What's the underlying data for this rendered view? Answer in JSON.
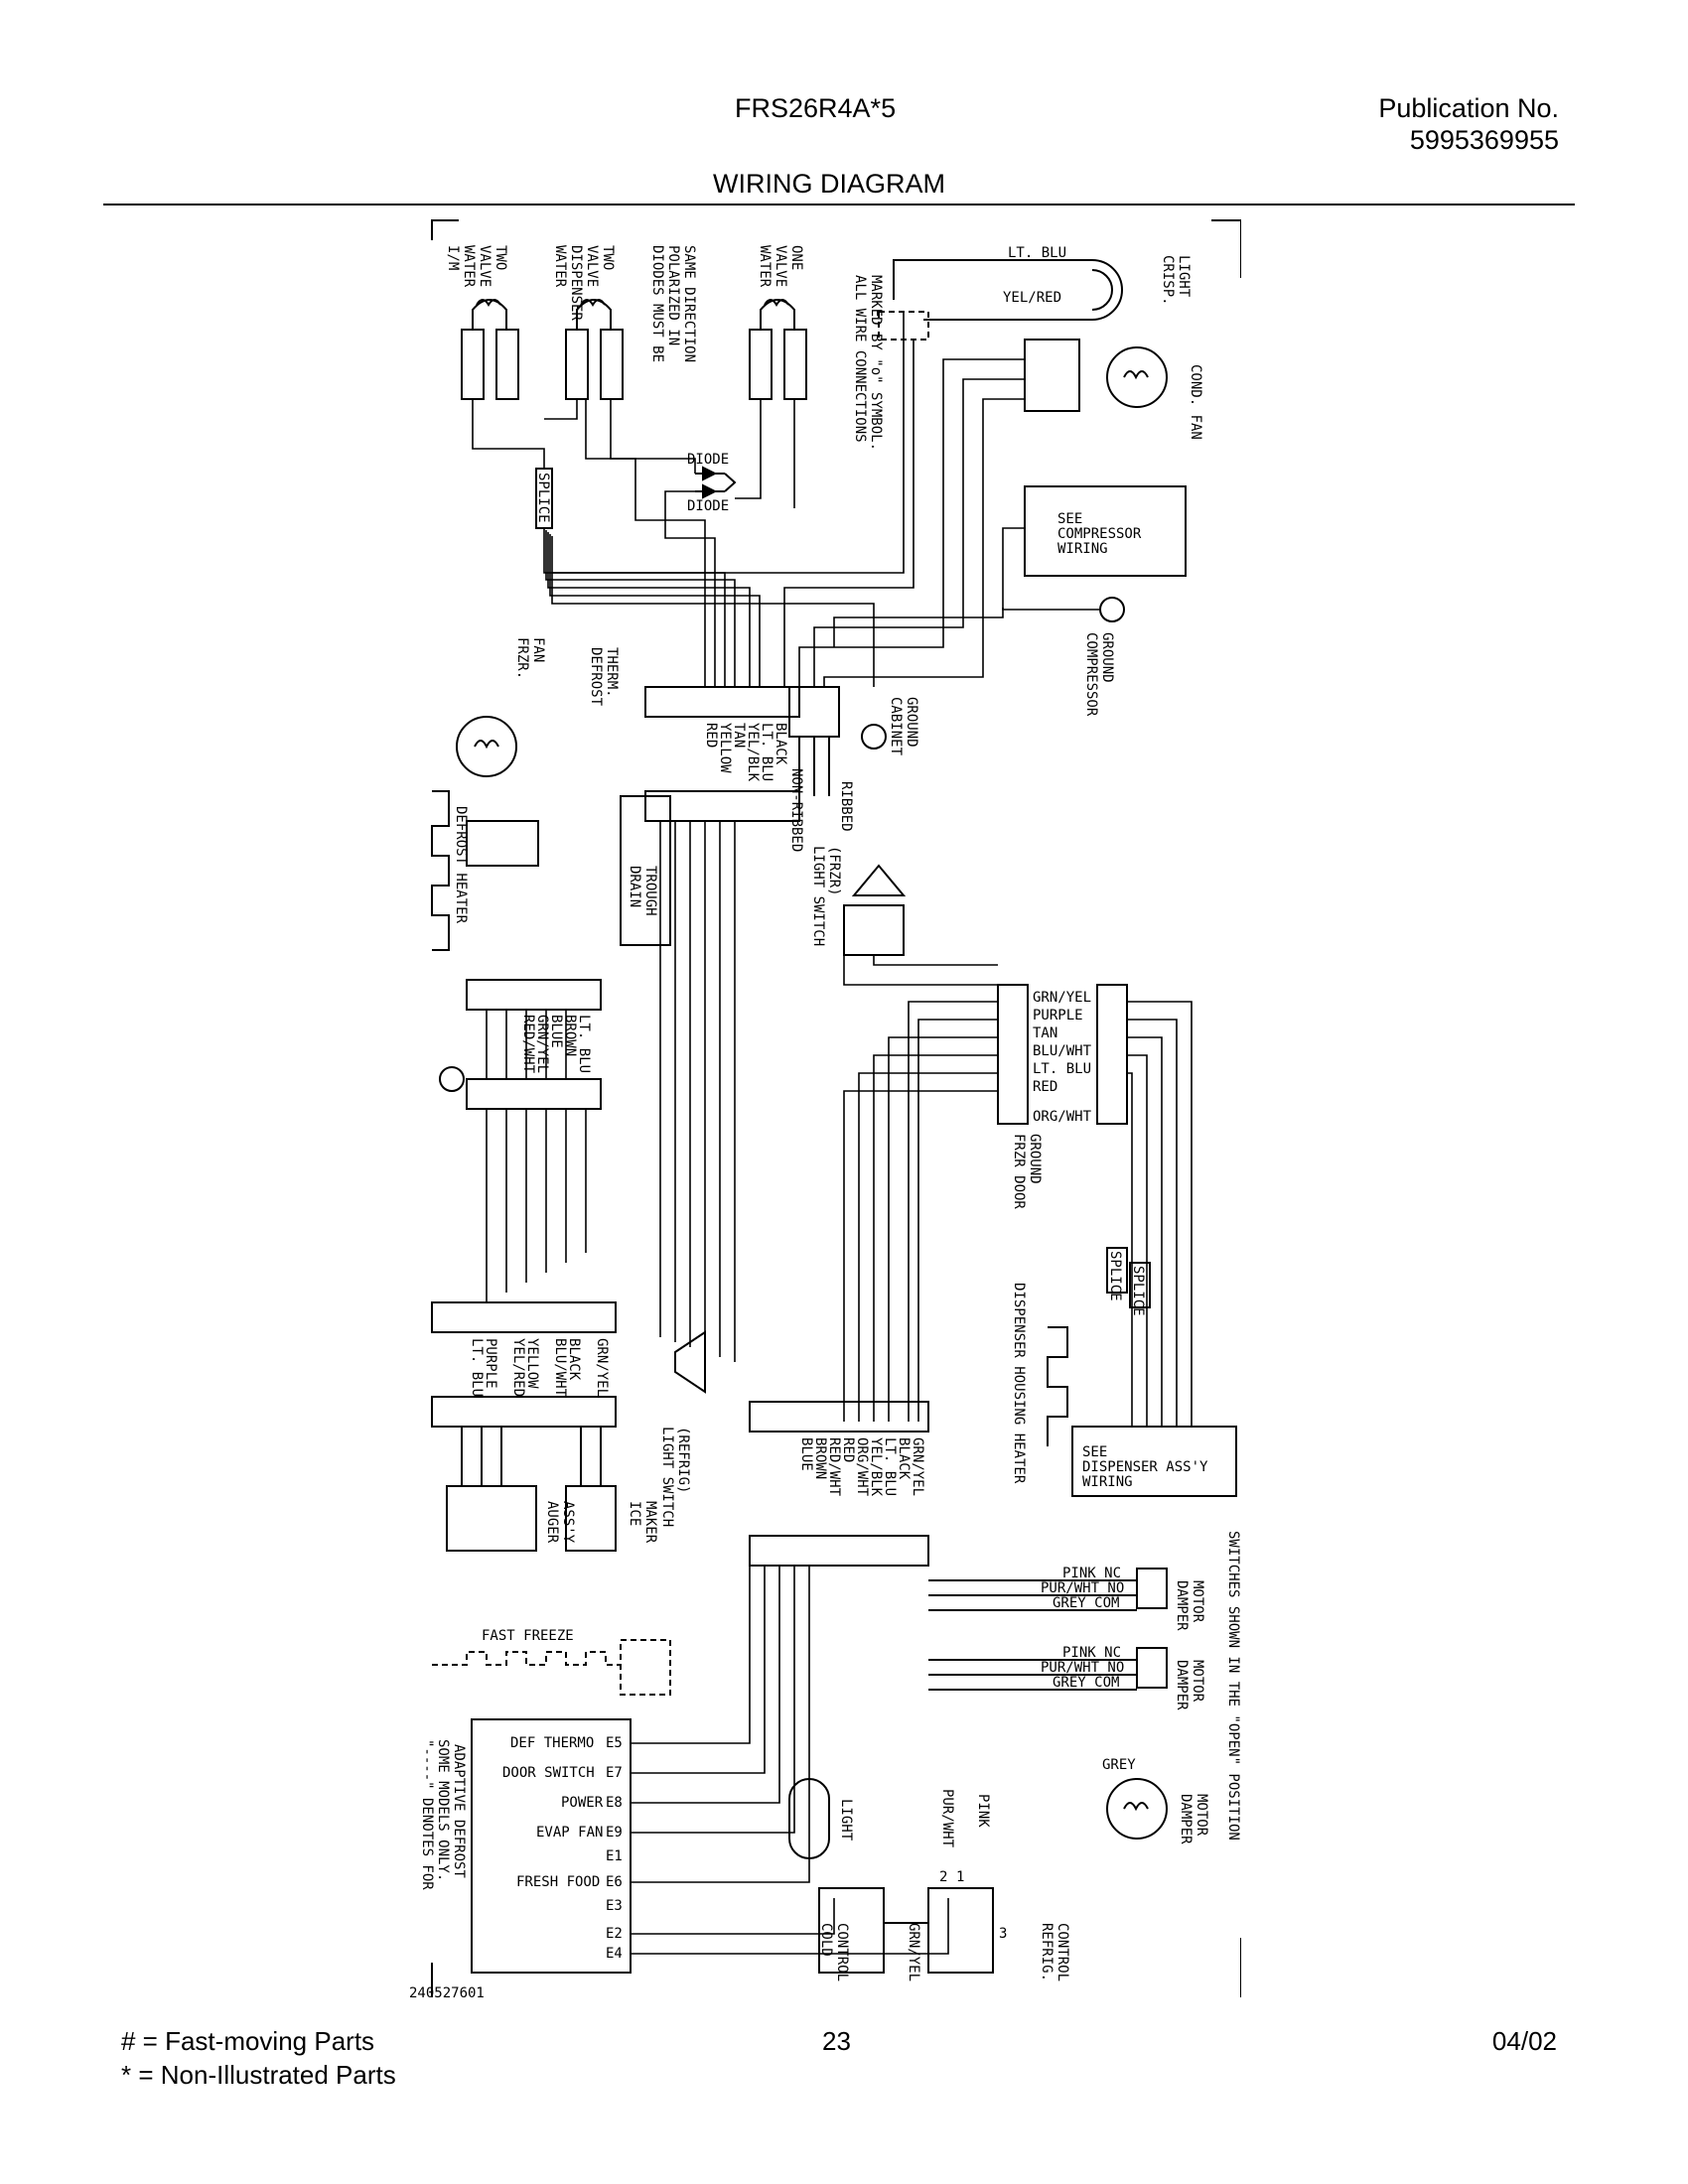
{
  "header": {
    "model": "FRS26R4A*5",
    "publication_label": "Publication No.",
    "publication_number": "5995369955",
    "title": "WIRING DIAGRAM"
  },
  "diagram": {
    "components": {
      "im_valve": [
        "I/M",
        "WATER",
        "VALVE",
        "TWO"
      ],
      "disp_valve": [
        "WATER",
        "DISPENSER",
        "VALVE",
        "TWO"
      ],
      "diodes_note": [
        "DIODES MUST BE",
        "POLARIZED IN",
        "SAME DIRECTION"
      ],
      "valve_one": [
        "WATER",
        "VALVE",
        "ONE"
      ],
      "conn_note": [
        "ALL WIRE CONNECTIONS",
        "MARKED BY \"o\" SYMBOL."
      ],
      "crisp_light": [
        "CRISP.",
        "LIGHT"
      ],
      "cond_fan": "COND. FAN",
      "diode": "DIODE",
      "splice": "SPLICE",
      "compressor_box": [
        "SEE",
        "COMPRESSOR",
        "WIRING"
      ],
      "compressor_ground": [
        "COMPRESSOR",
        "GROUND"
      ],
      "frzr_fan": [
        "FRZR.",
        "FAN"
      ],
      "defrost_therm": [
        "DEFROST",
        "THERM."
      ],
      "cabinet_ground": [
        "CABINET",
        "GROUND"
      ],
      "ribbed": "RIBBED",
      "non_ribbed": "NON-RIBBED",
      "defrost_heater": "DEFROST HEATER",
      "drain_trough": [
        "DRAIN",
        "TROUGH"
      ],
      "light_switch_frzr": [
        "LIGHT SWITCH",
        "(FRZR)"
      ],
      "frzr_door_ground": [
        "FRZR DOOR",
        "GROUND"
      ],
      "dispenser_heater": "DISPENSER HOUSING HEATER",
      "dispenser_box": [
        "SEE",
        "DISPENSER ASS'Y",
        "WIRING"
      ],
      "light_switch_refrig": [
        "LIGHT SWITCH",
        "(REFRIG)"
      ],
      "auger": [
        "AUGER",
        "ASS'Y"
      ],
      "ice_maker": [
        "ICE",
        "MAKER"
      ],
      "switches_note": [
        "SWITCHES SHOWN IN THE \"OPEN\" POSITION"
      ],
      "damper_motor": [
        "DAMPER",
        "MOTOR"
      ],
      "fast_freeze": "FAST FREEZE",
      "light": "LIGHT",
      "cold_control": [
        "COLD",
        "CONTROL"
      ],
      "refrig_control": [
        "REFRIG.",
        "CONTROL"
      ],
      "adaptive_defrost": "ADAPTIVE DEFROST",
      "denotes_note": [
        "\"----\" DENOTES FOR",
        "SOME MODELS ONLY."
      ],
      "drawing_number": "240527601"
    },
    "wire_labels": {
      "lt_blu": "LT. BLU",
      "yel_red": "YEL/RED",
      "conn_a": [
        "BLACK",
        "LT. BLU",
        "YEL/BLK",
        "TAN",
        "YELLOW",
        "RED"
      ],
      "conn_b": [
        "LT. BLU",
        "BROWN",
        "BLUE",
        "GRN/YEL",
        "RED/WHT"
      ],
      "conn_c": [
        "GRN/YEL",
        "PURPLE",
        "TAN",
        "BLU/WHT",
        "LT. BLU",
        "RED",
        "ORG/WHT"
      ],
      "conn_d": [
        "GRN/YEL",
        "BLACK",
        "BLU/WHT",
        "YELLOW",
        "YEL/RED",
        "PURPLE",
        "LT. BLU"
      ],
      "conn_e": [
        "GRN/YEL",
        "BLACK",
        "LT. BLU",
        "YEL/BLK",
        "ORG/WHT",
        "RED",
        "RED/WHT",
        "BROWN",
        "BLUE"
      ],
      "pink_nc": "PINK NC",
      "pur_wht_no": "PUR/WHT NO",
      "grey_com": "GREY COM",
      "grey": "GREY",
      "pur_wht": "PUR/WHT",
      "pink": "PINK",
      "grn_yel": "GRN/YEL",
      "control_terminals": [
        "1",
        "2",
        "3"
      ]
    },
    "adaptive_defrost_terminals": [
      {
        "label": "DEF THERMO",
        "pin": "E5"
      },
      {
        "label": "DOOR SWITCH",
        "pin": "E7"
      },
      {
        "label": "POWER",
        "pin": "E8"
      },
      {
        "label": "EVAP FAN",
        "pin": "E9"
      },
      {
        "label": "",
        "pin": "E1"
      },
      {
        "label": "FRESH FOOD",
        "pin": "E6"
      },
      {
        "label": "",
        "pin": "E3"
      },
      {
        "label": "",
        "pin": "E2"
      },
      {
        "label": "",
        "pin": "E4"
      }
    ]
  },
  "footer": {
    "legend_fast": "#  =  Fast-moving Parts",
    "legend_non": "*   =  Non-Illustrated Parts",
    "page": "23",
    "date": "04/02"
  }
}
